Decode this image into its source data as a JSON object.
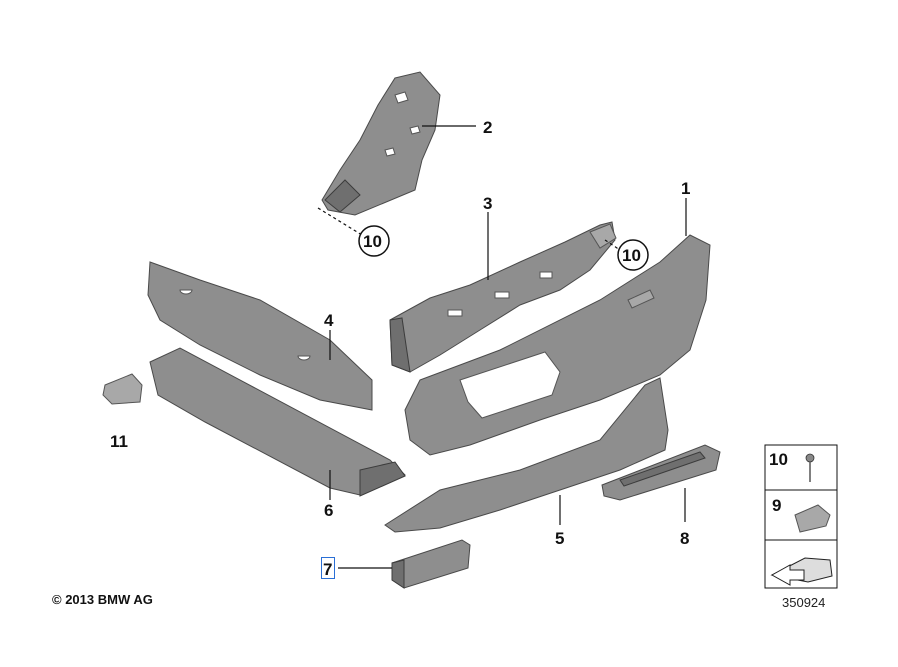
{
  "callouts": {
    "p1": "1",
    "p2": "2",
    "p3": "3",
    "p4": "4",
    "p5": "5",
    "p6": "6",
    "p7": "7",
    "p8": "8",
    "p10a": "10",
    "p10b": "10",
    "p11": "11"
  },
  "legend": {
    "item10": "10",
    "item9": "9"
  },
  "footer": {
    "copyright": "© 2013 BMW AG",
    "diagram_number": "350924"
  },
  "colors": {
    "part_fill": "#8e8e8e",
    "selection_outline": "#2a6fd6"
  }
}
